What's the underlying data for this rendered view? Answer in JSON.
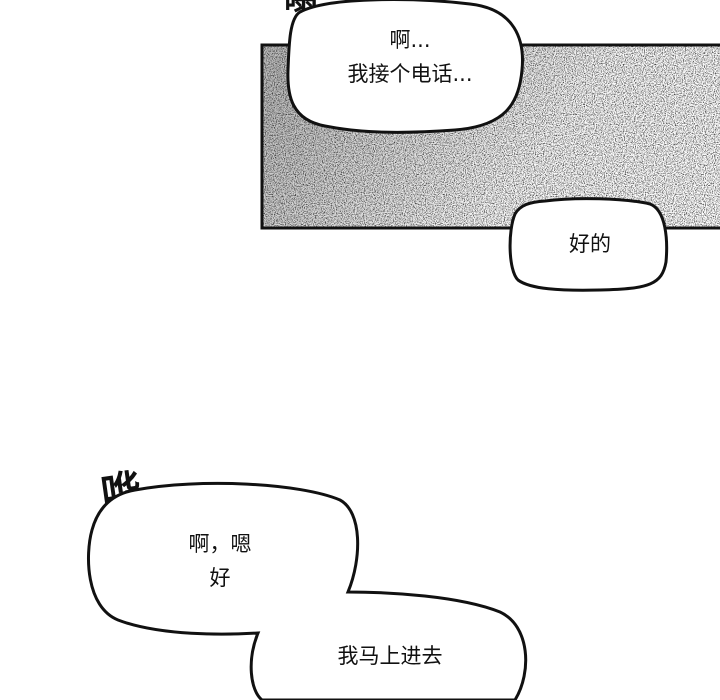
{
  "colors": {
    "ink": "#111111",
    "paper": "#ffffff",
    "screentone": "#9a9a9a"
  },
  "panel_top": {
    "sfx": "嗡",
    "bubble_1": {
      "line_1": "啊...",
      "line_2": "我接个电话..."
    },
    "bubble_2": {
      "line_1": "好的"
    }
  },
  "panel_bottom": {
    "sfx": "哗",
    "bubble_1": {
      "line_1": "啊，嗯",
      "line_2": "好"
    },
    "bubble_2": {
      "line_1": "我马上进去"
    }
  }
}
